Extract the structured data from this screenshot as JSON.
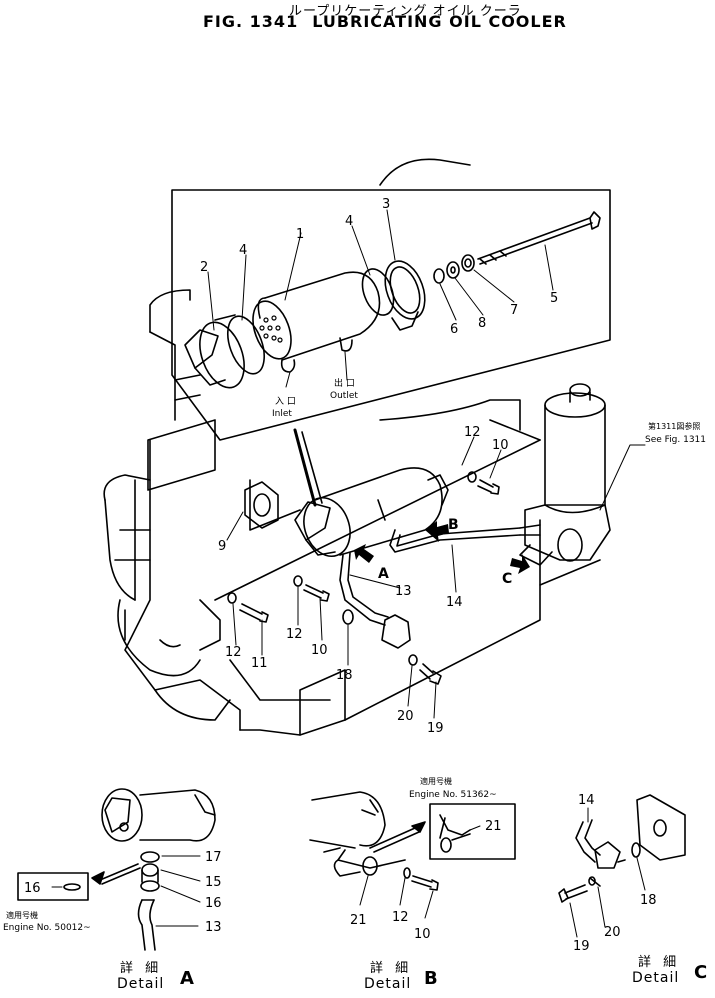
{
  "title": {
    "japanese": "ループリケーティング オイル クーラ",
    "fig_no": "FIG. 1341",
    "name": "LUBRICATING OIL COOLER"
  },
  "callouts": {
    "c1": "1",
    "c2": "2",
    "c3": "3",
    "c4a": "4",
    "c4b": "4",
    "c5": "5",
    "c6": "6",
    "c7": "7",
    "c8": "8",
    "c9": "9",
    "c10a": "10",
    "c10b": "10",
    "c11": "11",
    "c12a": "12",
    "c12b": "12",
    "c12c": "12",
    "c13": "13",
    "c14": "14",
    "c18": "18",
    "c19": "19",
    "c20": "20"
  },
  "port_labels": {
    "inlet_jp": "入 口",
    "inlet_en": "Inlet",
    "outlet_jp": "出 口",
    "outlet_en": "Outlet"
  },
  "flow_arrows": {
    "a": "A",
    "b": "B",
    "c": "C"
  },
  "see_fig": {
    "jp": "第1311図参照",
    "en": "See Fig. 1311"
  },
  "detail_a": {
    "callouts": {
      "c13": "13",
      "c15": "15",
      "c16": "16",
      "c17": "17"
    },
    "box_label": "16",
    "applicable_jp": "適用号機",
    "engine_no": "Engine No. 50012~",
    "label_jp": "詳 細",
    "label_en": "Detail",
    "letter": "A"
  },
  "detail_b": {
    "callouts": {
      "c10": "10",
      "c12": "12",
      "c21a": "21",
      "c21b": "21"
    },
    "applicable_jp": "適用号機",
    "engine_no": "Engine No. 51362~",
    "label_jp": "詳 細",
    "label_en": "Detail",
    "letter": "B"
  },
  "detail_c": {
    "callouts": {
      "c14": "14",
      "c18": "18",
      "c19": "19",
      "c20": "20"
    },
    "label_jp": "詳 細",
    "label_en": "Detail",
    "letter": "C"
  }
}
